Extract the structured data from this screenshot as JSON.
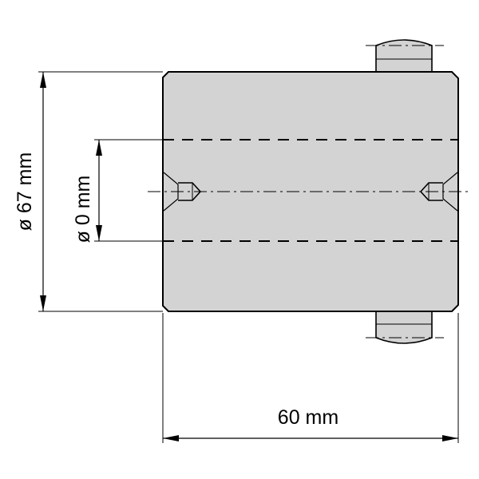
{
  "dimensions": {
    "outer_diameter": "ø 67 mm",
    "bore_diameter": "ø 0 mm",
    "length": "60 mm"
  },
  "colors": {
    "part_fill": "#d3d3d3",
    "outline": "#000000",
    "background": "#ffffff"
  }
}
